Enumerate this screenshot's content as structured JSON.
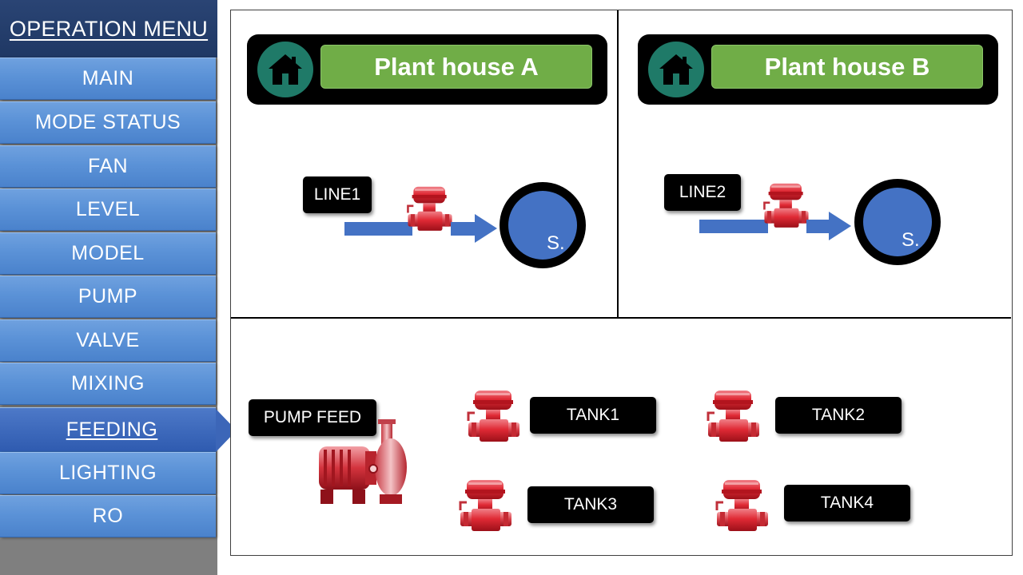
{
  "sidebar": {
    "header": "OPERATION MENU",
    "items": [
      {
        "label": "MAIN"
      },
      {
        "label": "MODE STATUS"
      },
      {
        "label": "FAN"
      },
      {
        "label": "LEVEL"
      },
      {
        "label": "MODEL"
      },
      {
        "label": "PUMP"
      },
      {
        "label": "VALVE"
      },
      {
        "label": "MIXING"
      },
      {
        "label": "FEEDING"
      },
      {
        "label": "LIGHTING"
      },
      {
        "label": "RO"
      }
    ],
    "active": "FEEDING"
  },
  "plant_a": {
    "title": "Plant house A",
    "line_label": "LINE1",
    "sensor_label": "S."
  },
  "plant_b": {
    "title": "Plant house B",
    "line_label": "LINE2",
    "sensor_label": "S."
  },
  "feed": {
    "pump_label": "PUMP FEED",
    "tanks": [
      {
        "label": "TANK1"
      },
      {
        "label": "TANK2"
      },
      {
        "label": "TANK3"
      },
      {
        "label": "TANK4"
      }
    ]
  },
  "icons": {
    "house": "house-icon",
    "valve": "solenoid-valve-icon",
    "pump": "centrifugal-pump-icon",
    "sensor": "sensor-icon"
  },
  "colors": {
    "menu_blue": "#5b92d7",
    "menu_active": "#2f5bb0",
    "header_navy": "#1f3864",
    "title_green": "#70ad47",
    "house_teal": "#1f7a68",
    "pipe_blue": "#4472c4",
    "valve_red": "#e0303a"
  }
}
